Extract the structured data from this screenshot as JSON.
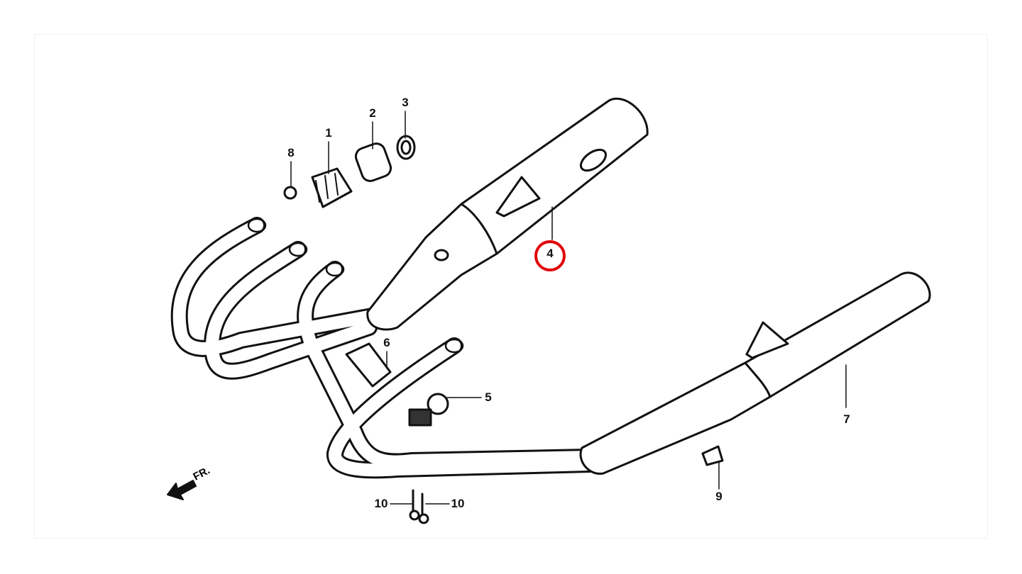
{
  "diagram": {
    "direction_label": "FR.",
    "highlight_color": "#e0000a",
    "highlighted_part": "4",
    "callouts": [
      {
        "id": "c1",
        "label": "1"
      },
      {
        "id": "c2",
        "label": "2"
      },
      {
        "id": "c3",
        "label": "3"
      },
      {
        "id": "c4",
        "label": "4"
      },
      {
        "id": "c5",
        "label": "5"
      },
      {
        "id": "c6",
        "label": "6"
      },
      {
        "id": "c7",
        "label": "7"
      },
      {
        "id": "c8",
        "label": "8"
      },
      {
        "id": "c9",
        "label": "9"
      },
      {
        "id": "c10a",
        "label": "10"
      },
      {
        "id": "c10b",
        "label": "10"
      }
    ]
  }
}
